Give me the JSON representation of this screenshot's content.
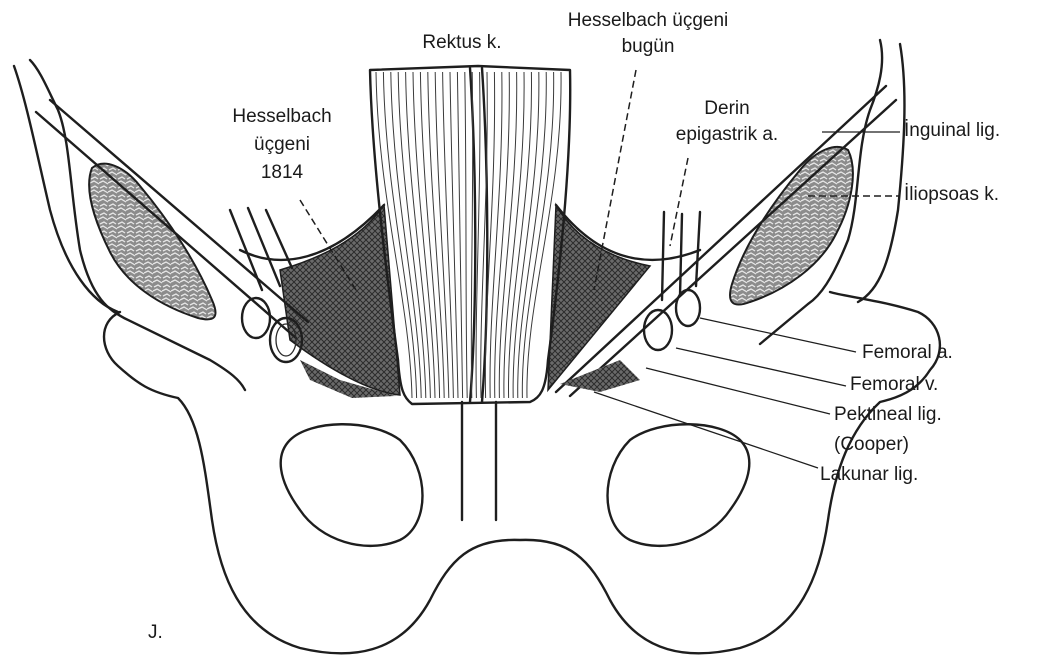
{
  "labels": {
    "rektus": "Rektus k.",
    "hesselbach_bugun_line1": "Hesselbach üçgeni",
    "hesselbach_bugun_line2": "bugün",
    "hesselbach_1814_line1": "Hesselbach",
    "hesselbach_1814_line2": "üçgeni",
    "hesselbach_1814_line3": "1814",
    "derin_line1": "Derin",
    "derin_line2": "epigastrik a.",
    "inguinal": "İnguinal lig.",
    "iliopsoas": "İliopsoas k.",
    "femoral_a": "Femoral a.",
    "femoral_v": "Femoral v.",
    "pektineal_line1": "Pektineal lig.",
    "pektineal_line2": "(Cooper)",
    "lakunar": "Lakunar lig.",
    "panel": "J."
  },
  "colors": {
    "ink": "#1e1e1e",
    "triangle_fill": "#5e5e5e",
    "muscle_fill": "#9a9a9a",
    "background": "#ffffff"
  }
}
